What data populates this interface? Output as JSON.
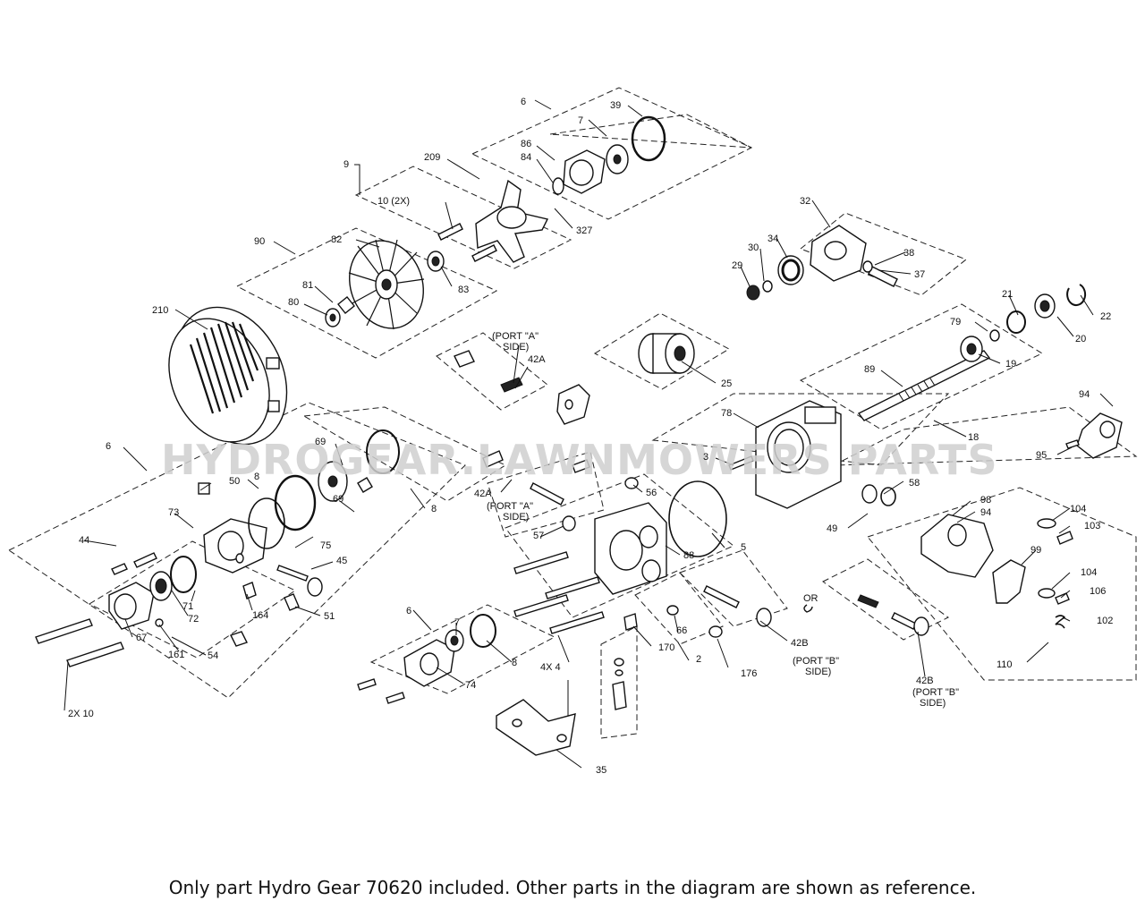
{
  "watermark": "HYDROGEAR.LAWNMOWERS PARTS",
  "footnote": "Only part Hydro Gear 70620 included. Other parts in the diagram are shown as reference.",
  "callouts": {
    "c6a": "6",
    "c39": "39",
    "c7a": "7",
    "c86": "86",
    "c84": "84",
    "c209": "209",
    "c9": "9",
    "c10x2": "10 (2X)",
    "c327": "327",
    "c90": "90",
    "c82": "82",
    "c83": "83",
    "c81": "81",
    "c80": "80",
    "c210": "210",
    "c32": "32",
    "c30": "30",
    "c34": "34",
    "c38": "38",
    "c29": "29",
    "c37": "37",
    "c21": "21",
    "c22": "22",
    "c79": "79",
    "c20": "20",
    "c19": "19",
    "c89": "89",
    "c25": "25",
    "c18": "18",
    "c94a": "94",
    "c95": "95",
    "c78": "78",
    "c3": "3",
    "c58": "58",
    "c49": "49",
    "c98": "98",
    "c94b": "94",
    "c104a": "104",
    "c103": "103",
    "c99": "99",
    "c104b": "104",
    "c106": "106",
    "c102": "102",
    "c110": "110",
    "c42a_top": "42A",
    "c42a_mid": "42A",
    "c56": "56",
    "c5": "5",
    "c57": "57",
    "c88": "88",
    "c6b": "6",
    "c69a": "69",
    "c8a": "8",
    "c50": "50",
    "c69b": "69",
    "c8b": "8",
    "c73": "73",
    "c75": "75",
    "c44": "44",
    "c45": "45",
    "c71": "71",
    "c72": "72",
    "c164": "164",
    "c51": "51",
    "c67": "67",
    "c161": "161",
    "c54": "54",
    "c2x10": "2X 10",
    "c6c": "6",
    "c7b": "7",
    "c8c": "8",
    "c74": "74",
    "c4x4": "4X 4",
    "c170": "170",
    "c66": "66",
    "c2": "2",
    "c176": "176",
    "c35": "35",
    "c42b_mid": "42B",
    "c42b_right": "42B",
    "cOR": "OR"
  },
  "notes": {
    "port_a_top_1": "(PORT \"A\"",
    "port_a_top_2": "SIDE)",
    "port_a_mid_1": "(PORT \"A\"",
    "port_a_mid_2": "SIDE)",
    "port_b_mid_1": "(PORT \"B\"",
    "port_b_mid_2": "SIDE)",
    "port_b_right_1": "(PORT \"B\"",
    "port_b_right_2": "SIDE)"
  }
}
